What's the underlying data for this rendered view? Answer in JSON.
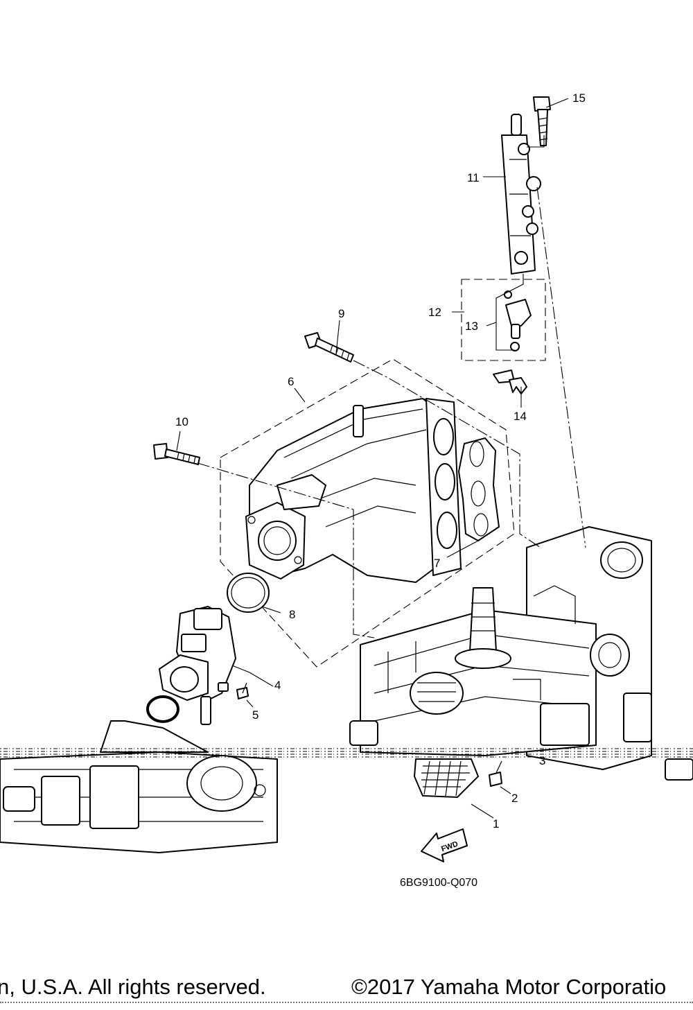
{
  "callouts": [
    {
      "id": "1",
      "label": "1"
    },
    {
      "id": "2",
      "label": "2"
    },
    {
      "id": "3",
      "label": "3"
    },
    {
      "id": "4",
      "label": "4"
    },
    {
      "id": "5",
      "label": "5"
    },
    {
      "id": "6",
      "label": "6"
    },
    {
      "id": "7",
      "label": "7"
    },
    {
      "id": "8",
      "label": "8"
    },
    {
      "id": "9",
      "label": "9"
    },
    {
      "id": "10",
      "label": "10"
    },
    {
      "id": "11",
      "label": "11"
    },
    {
      "id": "12",
      "label": "12"
    },
    {
      "id": "13",
      "label": "13"
    },
    {
      "id": "14",
      "label": "14"
    },
    {
      "id": "15",
      "label": "15"
    }
  ],
  "fwd_label": "FWD",
  "diagram_code": "6BG9100-Q070",
  "footer": {
    "left": "n, U.S.A. All rights reserved.",
    "right": "©2017 Yamaha Motor Corporatio"
  }
}
